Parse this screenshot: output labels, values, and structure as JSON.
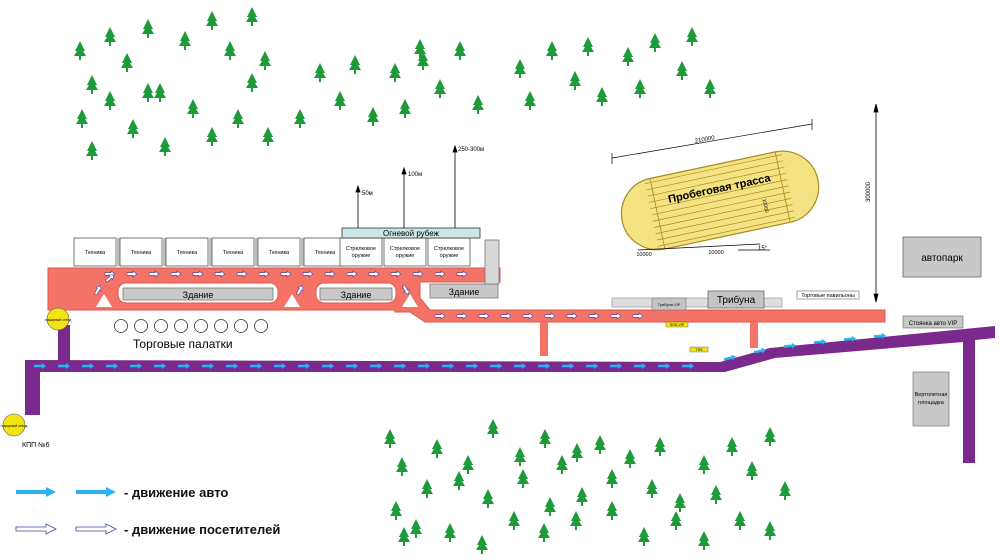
{
  "colors": {
    "road_red": "#f47266",
    "road_red_stroke": "#e0574b",
    "road_purple": "#7a2a8c",
    "track_fill": "#f5e383",
    "track_line": "#a8891c",
    "tree": "#1e9a3a",
    "arrow_blue": "#2ab3f0",
    "building_gray": "#c8c8c8",
    "badge_yellow": "#f2e311"
  },
  "labels": {
    "firing_line": "Огневой рубеж",
    "building": "Здание",
    "stands": "Трибуна",
    "stands_small": "Трибуна VIP",
    "trading_pavilions": "Торговые павильоны",
    "trading_tents": "Торговые палатки",
    "track_title": "Пробеговая трасса",
    "autopark": "автопарк",
    "vip_parking": "Стоянка авто VIP",
    "helipad": "Вертолетная площадка",
    "checkpoint": "КПП №6",
    "badge_left_top": "пожарный стенд",
    "badge_left_bottom": "пожарный стенд",
    "badge_small_1": "SOS-VIP",
    "badge_small_2": "TSS"
  },
  "garage_labels": [
    "Техника",
    "Техника",
    "Техника",
    "Техника",
    "Техника",
    "Техника"
  ],
  "shooting_labels": [
    "Стрелковое оружие",
    "Стрелковое оружие",
    "Стрелковое оружие"
  ],
  "distances": {
    "d50": "50м",
    "d100": "100м",
    "d250": "250-300м",
    "track_length": "210000",
    "track_width": "10000",
    "track_seg_left": "10000",
    "track_seg_right": "10000",
    "track_angle": "15°",
    "vertical_total": "300000"
  },
  "legend": {
    "auto": "- движение авто",
    "visitors": "- движение посетителей"
  }
}
